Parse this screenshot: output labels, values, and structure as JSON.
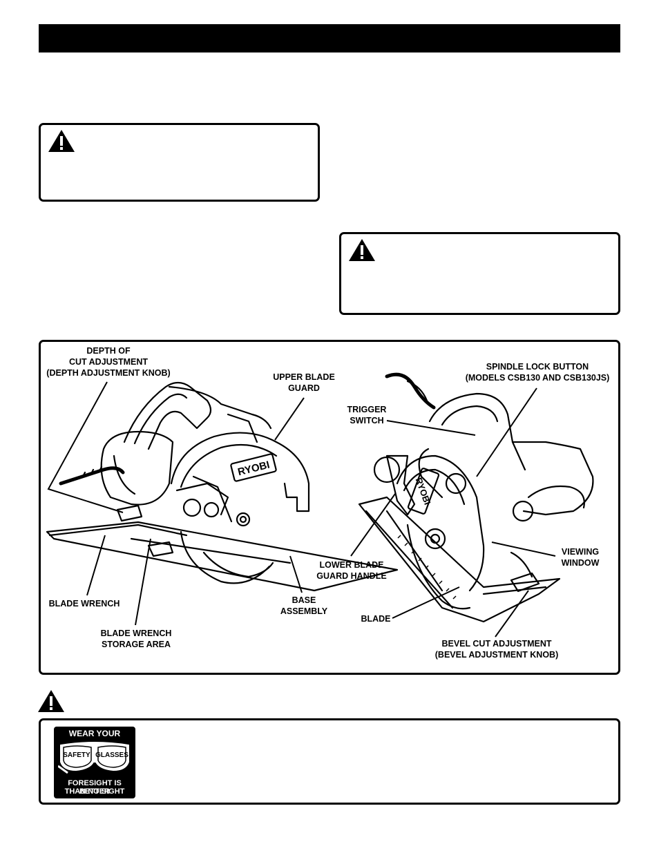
{
  "header": {
    "title": ""
  },
  "warnings": [
    {
      "id": "warning-1",
      "icon": "warning-triangle-icon"
    },
    {
      "id": "warning-2",
      "icon": "warning-triangle-icon"
    },
    {
      "id": "warning-3",
      "icon": "warning-triangle-icon"
    }
  ],
  "figure": {
    "brand": "RYOBI",
    "labels": {
      "depth": [
        "DEPTH OF",
        "CUT ADJUSTMENT",
        "(DEPTH ADJUSTMENT KNOB)"
      ],
      "upper_guard": [
        "UPPER BLADE",
        "GUARD"
      ],
      "blade_wrench": "BLADE WRENCH",
      "wrench_storage": [
        "BLADE WRENCH",
        "STORAGE AREA"
      ],
      "base": [
        "BASE",
        "ASSEMBLY"
      ],
      "spindle": [
        "SPINDLE LOCK BUTTON",
        "(MODELS CSB130 AND CSB130JS)"
      ],
      "trigger": [
        "TRIGGER",
        "SWITCH"
      ],
      "lower_guard": [
        "LOWER BLADE",
        "GUARD HANDLE"
      ],
      "viewing": [
        "VIEWING",
        "WINDOW"
      ],
      "blade": "BLADE",
      "bevel": [
        "BEVEL CUT ADJUSTMENT",
        "(BEVEL ADJUSTMENT KNOB)"
      ]
    }
  },
  "safety_badge": {
    "top": "WEAR YOUR",
    "left_lens": "SAFETY",
    "right_lens": "GLASSES",
    "bottom1": "FORESIGHT IS BETTER",
    "bottom2": "THAN NO SIGHT"
  }
}
